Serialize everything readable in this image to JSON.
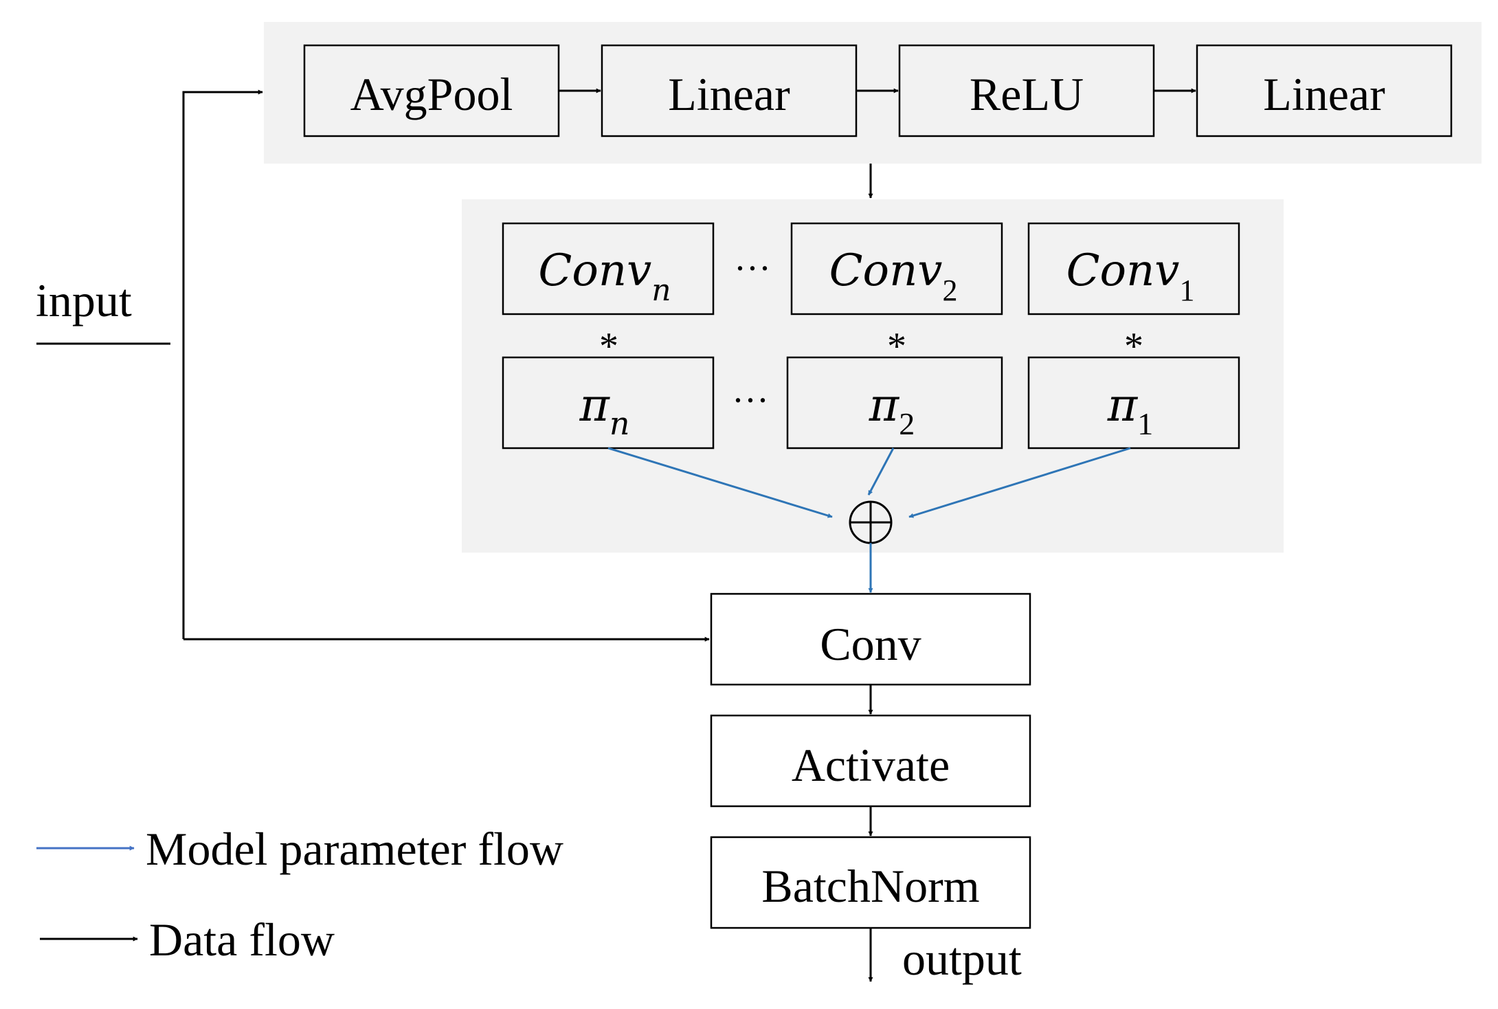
{
  "attention_chain": [
    "AvgPool",
    "Linear",
    "ReLU",
    "Linear"
  ],
  "kernels": [
    {
      "base": "Conv",
      "sub": "n"
    },
    {
      "base": "Conv",
      "sub": "2"
    },
    {
      "base": "Conv",
      "sub": "1"
    }
  ],
  "weights": [
    {
      "base": "π",
      "sub": "n"
    },
    {
      "base": "π",
      "sub": "2"
    },
    {
      "base": "π",
      "sub": "1"
    }
  ],
  "ellipsis": "···",
  "multiply_symbol": "*",
  "sum_symbol": "⊕",
  "input_label": "input",
  "output_label": "output",
  "main_chain": [
    "Conv",
    "Activate",
    "BatchNorm"
  ],
  "legend": {
    "model_param": "Model parameter flow",
    "data_flow": "Data flow"
  },
  "colors": {
    "panel_bg": "#f2f2f2",
    "param_flow": "#2e75b6",
    "legend_param": "#4472c4",
    "data_flow": "#000000"
  }
}
